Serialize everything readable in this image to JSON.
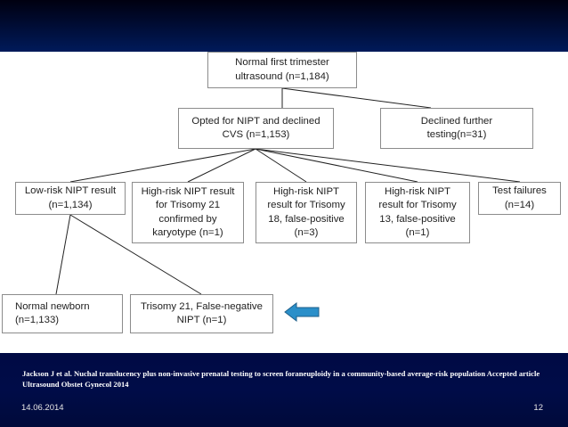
{
  "diagram": {
    "root": "Normal first trimester\nultrasound (n=1,184)",
    "opted": "Opted for NIPT and declined\nCVS (n=1,153)",
    "declined": "Declined further\ntesting(n=31)",
    "low_risk": "Low-risk NIPT result\n(n=1,134)",
    "t21_confirmed": "High-risk NIPT result\nfor Trisomy 21\nconfirmed by\nkaryotype (n=1)",
    "t18_fp": "High-risk NIPT\nresult for Trisomy\n18, false-positive\n(n=3)",
    "t13_fp": "High-risk NIPT\nresult for Trisomy\n13, false-positive\n(n=1)",
    "failures": "Test failures\n(n=14)",
    "normal_newborn": "Normal newborn\n(n=1,133)",
    "t21_fn": "Trisomy 21, False-negative\nNIPT (n=1)"
  },
  "colors": {
    "arrow": "#2a8fc9",
    "arrow_stroke": "#1f5f8a"
  },
  "citation": "Jackson J et al. Nuchal translucency plus non-invasive prenatal testing to screen foraneuploidy in a community-based average-risk population Accepted article Ultrasound Obstet Gynecol 2014",
  "footer": {
    "date": "14.06.2014",
    "page": "12"
  }
}
